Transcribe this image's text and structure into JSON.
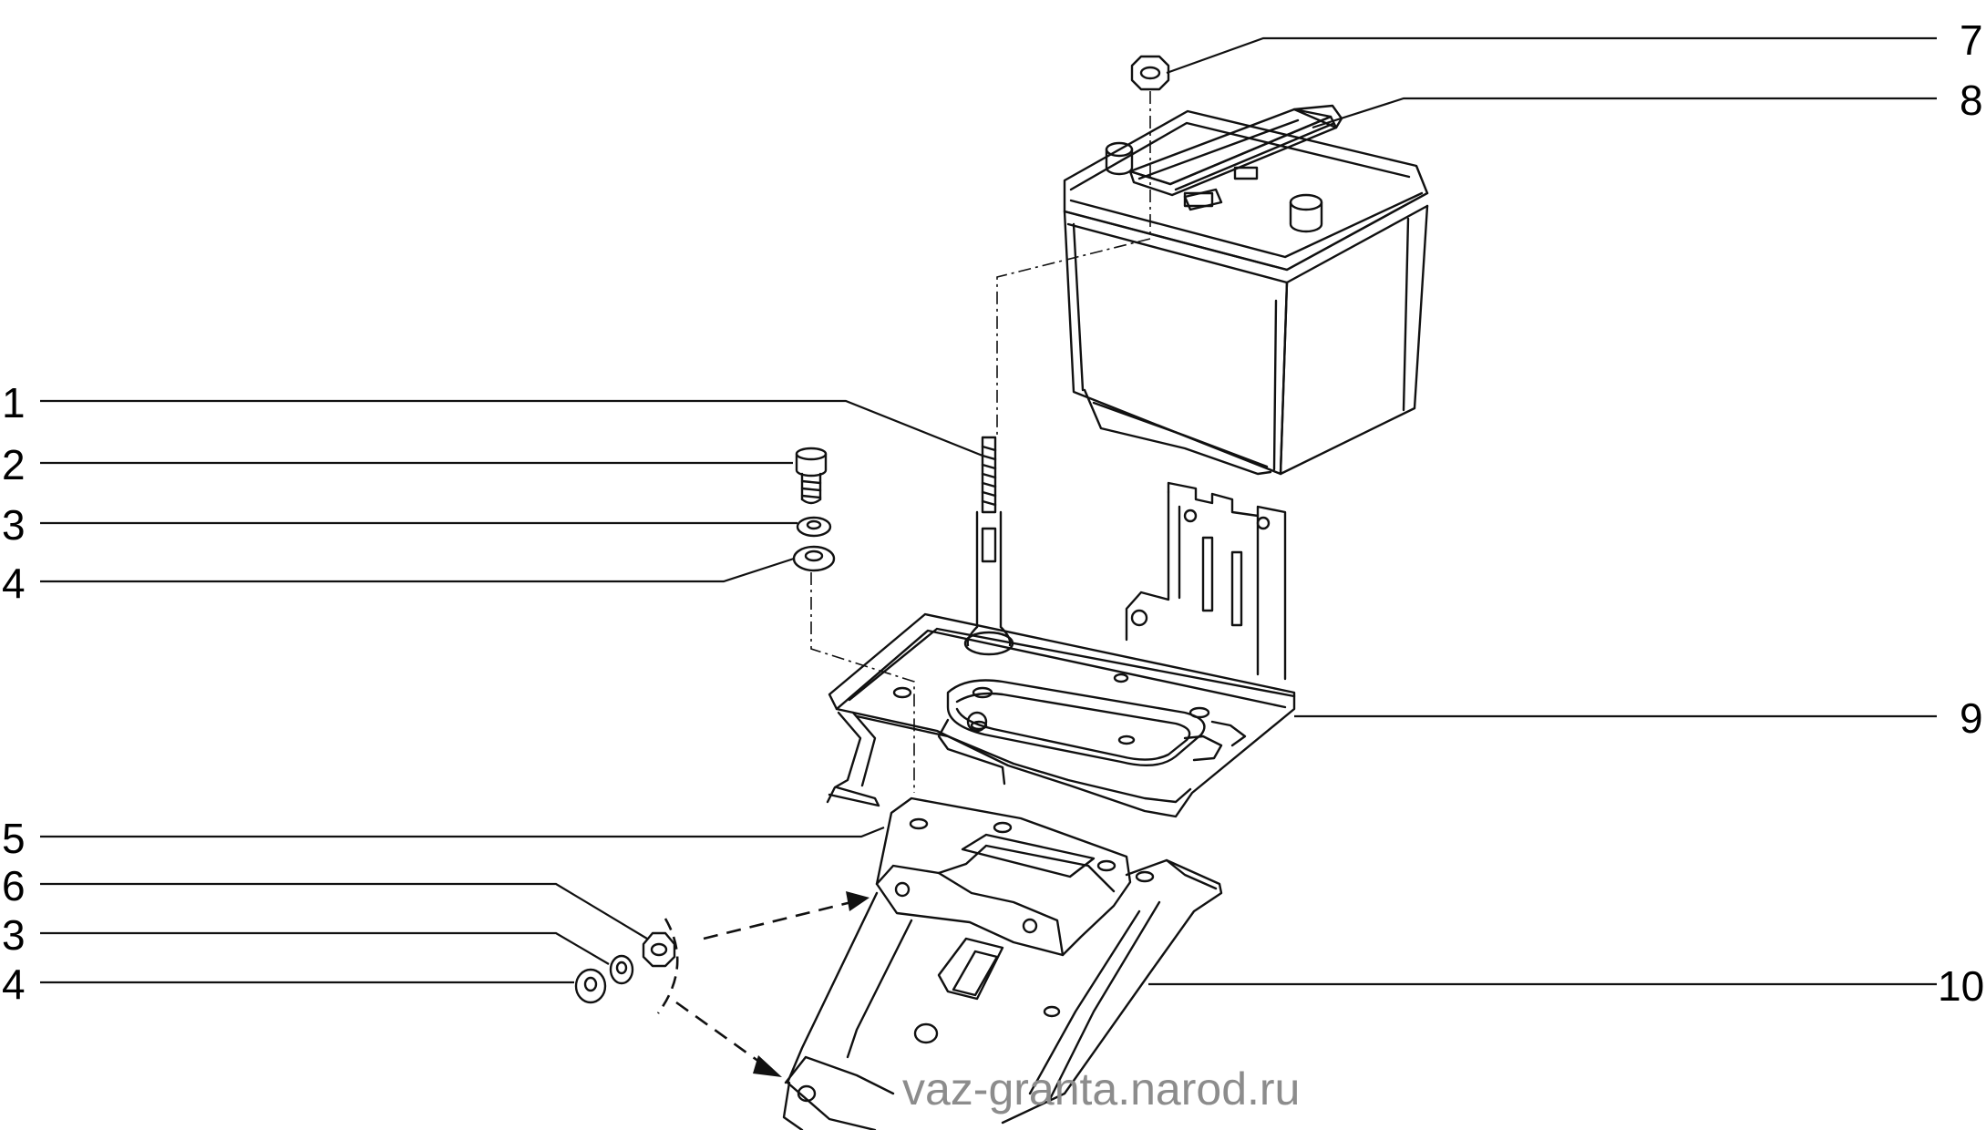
{
  "diagram": {
    "callouts": [
      {
        "id": "c1",
        "number": "1"
      },
      {
        "id": "c2",
        "number": "2"
      },
      {
        "id": "c3a",
        "number": "3"
      },
      {
        "id": "c4a",
        "number": "4"
      },
      {
        "id": "c5",
        "number": "5"
      },
      {
        "id": "c6",
        "number": "6"
      },
      {
        "id": "c3b",
        "number": "3"
      },
      {
        "id": "c4b",
        "number": "4"
      },
      {
        "id": "c7",
        "number": "7"
      },
      {
        "id": "c8",
        "number": "8"
      },
      {
        "id": "c9",
        "number": "9"
      },
      {
        "id": "c10",
        "number": "10"
      }
    ],
    "watermark": "vaz-granta.narod.ru"
  }
}
